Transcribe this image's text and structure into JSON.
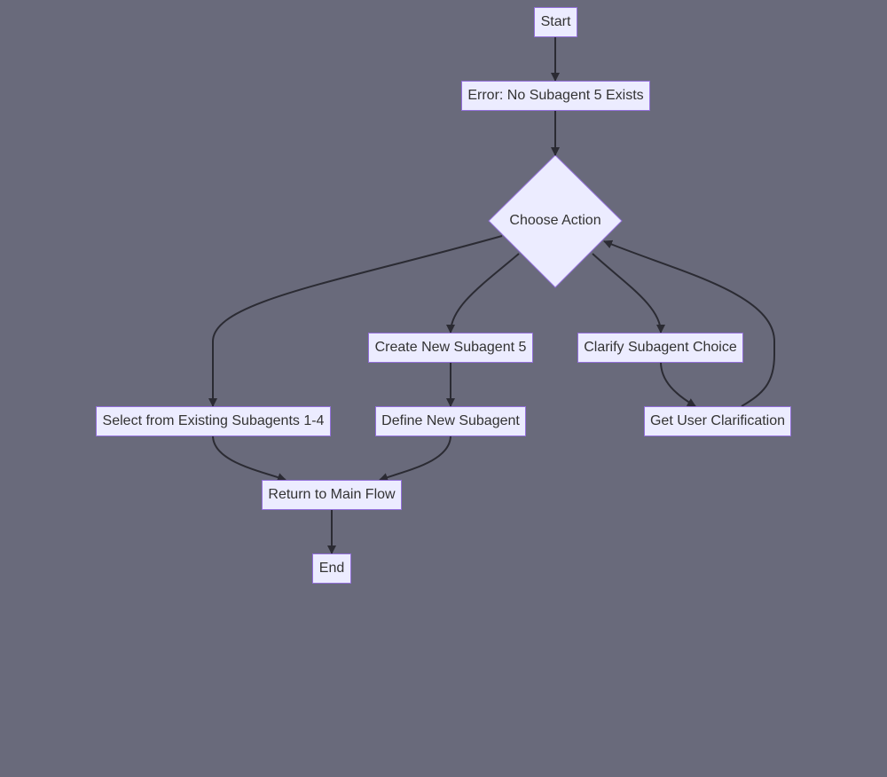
{
  "nodes": {
    "start": "Start",
    "error": "Error: No Subagent 5 Exists",
    "choose": "Choose Action",
    "create": "Create New Subagent 5",
    "clarify": "Clarify Subagent Choice",
    "select": "Select from Existing Subagents 1-4",
    "define": "Define New Subagent",
    "get_clarification": "Get User Clarification",
    "return": "Return to Main Flow",
    "end": "End"
  },
  "colors": {
    "background": "#696a7b",
    "node_fill": "#ececff",
    "node_border": "#9370db",
    "edge": "#2b2b33",
    "text": "#333333"
  }
}
